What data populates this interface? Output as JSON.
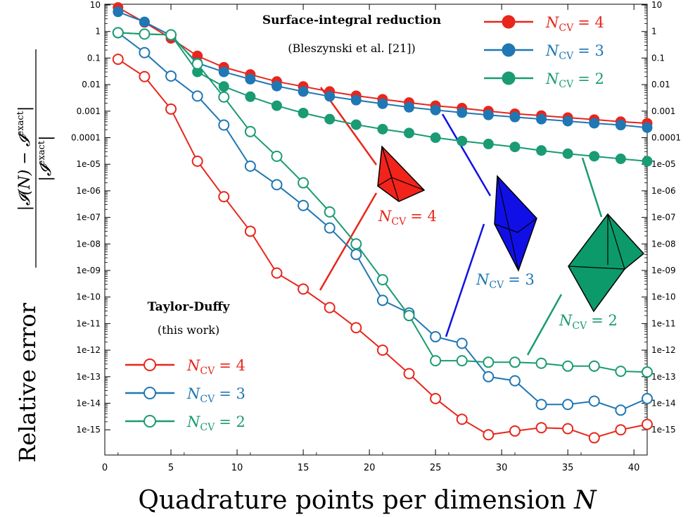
{
  "chart_data": {
    "type": "line",
    "xlabel_text": "Quadrature points per dimension",
    "xlabel_var": "N",
    "ylabel_text": "Relative error",
    "ylabel_num": "|𝓘(N) − 𝓘",
    "ylabel_num_sup": "exact",
    "ylabel_num_end": "|",
    "ylabel_den": "|𝓘",
    "ylabel_den_sup": "exact",
    "ylabel_den_end": "|",
    "xlim": [
      0,
      41
    ],
    "ylim_log10": [
      -16,
      1
    ],
    "log_y": true,
    "grid": false,
    "x_ticks": [
      "0",
      "5",
      "10",
      "15",
      "20",
      "25",
      "30",
      "35",
      "40"
    ],
    "y_ticks": [
      "10",
      "1",
      "0.1",
      "0.01",
      "0.001",
      "0.0001",
      "1e-05",
      "1e-06",
      "1e-07",
      "1e-08",
      "1e-09",
      "1e-10",
      "1e-11",
      "1e-12",
      "1e-13",
      "1e-14",
      "1e-15"
    ],
    "legend_sr": {
      "title": "Surface-integral reduction",
      "subtitle": "(Bleszynski et al. [21])",
      "placement": "top-right"
    },
    "legend_td": {
      "title": "Taylor-Duffy",
      "subtitle": "(this work)",
      "placement": "bottom-left"
    },
    "series_label_prefix": "N",
    "series_label_sub": "CV",
    "series": [
      {
        "name": "N_CV = 4",
        "label_eq": "= 4",
        "method": "Surface-integral reduction",
        "color": "#e8261c",
        "marker": "filled",
        "x": [
          1,
          3,
          5,
          7,
          9,
          11,
          13,
          15,
          17,
          19,
          21,
          23,
          25,
          27,
          29,
          31,
          33,
          35,
          37,
          39,
          41
        ],
        "y": [
          8,
          2.2,
          0.55,
          0.12,
          0.045,
          0.024,
          0.013,
          0.0085,
          0.0055,
          0.0038,
          0.0028,
          0.0021,
          0.0016,
          0.0013,
          0.001,
          0.0008,
          0.00068,
          0.00057,
          0.00048,
          0.0004,
          0.00035
        ]
      },
      {
        "name": "N_CV = 3",
        "label_eq": "= 3",
        "method": "Surface-integral reduction",
        "color": "#1f77b4",
        "marker": "filled",
        "x": [
          1,
          3,
          5,
          7,
          9,
          11,
          13,
          15,
          17,
          19,
          21,
          23,
          25,
          27,
          29,
          31,
          33,
          35,
          37,
          39,
          41
        ],
        "y": [
          5.5,
          2.3,
          0.7,
          0.065,
          0.03,
          0.016,
          0.0088,
          0.0055,
          0.0036,
          0.0026,
          0.0019,
          0.0014,
          0.0011,
          0.00088,
          0.00072,
          0.0006,
          0.0005,
          0.00042,
          0.00035,
          0.0003,
          0.00024
        ]
      },
      {
        "name": "N_CV = 2",
        "label_eq": "= 2",
        "method": "Surface-integral reduction",
        "color": "#1a9b73",
        "marker": "filled",
        "x": [
          1,
          3,
          5,
          7,
          9,
          11,
          13,
          15,
          17,
          19,
          21,
          23,
          25,
          27,
          29,
          31,
          33,
          35,
          37,
          39,
          41
        ],
        "y": [
          0.9,
          0.8,
          0.75,
          0.03,
          0.0085,
          0.0035,
          0.0016,
          0.00085,
          0.0005,
          0.00031,
          0.00021,
          0.00015,
          0.0001,
          7.5e-05,
          5.8e-05,
          4.5e-05,
          3.3e-05,
          2.5e-05,
          2e-05,
          1.6e-05,
          1.3e-05
        ]
      },
      {
        "name": "N_CV = 4",
        "label_eq": "= 4",
        "method": "Taylor-Duffy",
        "color": "#e8261c",
        "marker": "open",
        "x": [
          1,
          3,
          5,
          7,
          9,
          11,
          13,
          15,
          17,
          19,
          21,
          23,
          25,
          27,
          29,
          31,
          33,
          35,
          37,
          39,
          41
        ],
        "y": [
          0.09,
          0.02,
          0.0012,
          1.3e-05,
          6e-07,
          3e-08,
          8e-10,
          2e-10,
          4e-11,
          7e-12,
          1e-12,
          1.3e-13,
          1.5e-14,
          2.5e-15,
          6.5e-16,
          9e-16,
          1.2e-15,
          1.1e-15,
          5e-16,
          1e-15,
          1.6e-15
        ]
      },
      {
        "name": "N_CV = 3",
        "label_eq": "= 3",
        "method": "Taylor-Duffy",
        "color": "#1f77b4",
        "marker": "open",
        "x": [
          1,
          3,
          5,
          7,
          9,
          11,
          13,
          15,
          17,
          19,
          21,
          23,
          25,
          27,
          29,
          31,
          33,
          35,
          37,
          39,
          41
        ],
        "y": [
          0.9,
          0.16,
          0.021,
          0.0037,
          0.0003,
          8.5e-06,
          1.7e-06,
          2.8e-07,
          4e-08,
          4e-09,
          7.5e-11,
          2.5e-11,
          3.2e-12,
          1.8e-12,
          1e-13,
          7e-14,
          9e-15,
          9e-15,
          1.2e-14,
          5.5e-15,
          1.5e-14
        ]
      },
      {
        "name": "N_CV = 2",
        "label_eq": "= 2",
        "method": "Taylor-Duffy",
        "color": "#1a9b73",
        "marker": "open",
        "x": [
          1,
          3,
          5,
          7,
          9,
          11,
          13,
          15,
          17,
          19,
          21,
          23,
          25,
          27,
          29,
          31,
          33,
          35,
          37,
          39,
          41
        ],
        "y": [
          0.9,
          0.8,
          0.75,
          0.06,
          0.0034,
          0.00017,
          2e-05,
          2e-06,
          1.6e-07,
          1e-08,
          4.5e-10,
          2e-11,
          4e-13,
          4e-13,
          3.5e-13,
          3.5e-13,
          3.2e-13,
          2.5e-13,
          2.5e-13,
          1.6e-13,
          1.5e-13
        ]
      }
    ],
    "annotations": [
      {
        "prefix": "N",
        "sub": "CV",
        "eq": "= 4",
        "color": "#e8261c",
        "shape": "tetrahedron",
        "fill": "#f2231a"
      },
      {
        "prefix": "N",
        "sub": "CV",
        "eq": "= 3",
        "color": "#1f77b4",
        "shape": "tetrahedron",
        "fill": "#1010e6"
      },
      {
        "prefix": "N",
        "sub": "CV",
        "eq": "= 2",
        "color": "#1a9b73",
        "shape": "tetrahedron",
        "fill": "#0c9a6a"
      }
    ]
  }
}
